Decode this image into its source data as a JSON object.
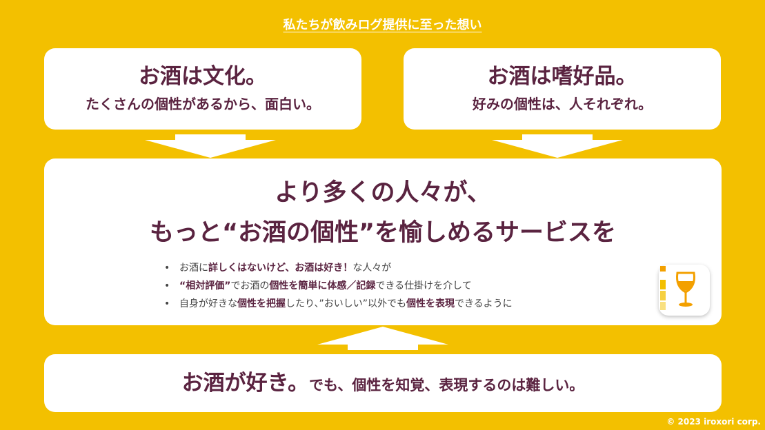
{
  "heading": "私たちが飲みログ提供に至った想い",
  "left_box": {
    "title": "お酒は文化。",
    "subtitle": "たくさんの個性があるから、面白い。"
  },
  "right_box": {
    "title": "お酒は嗜好品。",
    "subtitle": "好みの個性は、人それぞれ。"
  },
  "main_box": {
    "line1": "より多くの人々が、",
    "line2": "もっと“お酒の個性”を愉しめるサービスを",
    "bullets": [
      {
        "dot": "•",
        "parts": [
          {
            "t": "お酒に",
            "b": false
          },
          {
            "t": "詳しくはないけど、お酒は好き！",
            "b": true
          },
          {
            "t": "な人々が",
            "b": false
          }
        ]
      },
      {
        "dot": "•",
        "parts": [
          {
            "t": "“相対評価”",
            "b": true
          },
          {
            "t": "でお酒の",
            "b": false
          },
          {
            "t": "個性を簡単に体感／記録",
            "b": true
          },
          {
            "t": "できる仕掛けを介して",
            "b": false
          }
        ]
      },
      {
        "dot": "•",
        "parts": [
          {
            "t": "自身が好きな",
            "b": false
          },
          {
            "t": "個性を把握",
            "b": true
          },
          {
            "t": "したり、”おいしい”以外でも",
            "b": false
          },
          {
            "t": "個性を表現",
            "b": true
          },
          {
            "t": "できるように",
            "b": false
          }
        ]
      }
    ]
  },
  "bottom_box": {
    "strong": "お酒が好き。",
    "rest": "でも、個性を知覚、表現するのは難しい。"
  },
  "app_icon": "wine-glass-icon",
  "copyright": "© 2023 iroxori corp.",
  "colors": {
    "background": "#f3c000",
    "text": "#5a2340",
    "box": "#ffffff"
  }
}
